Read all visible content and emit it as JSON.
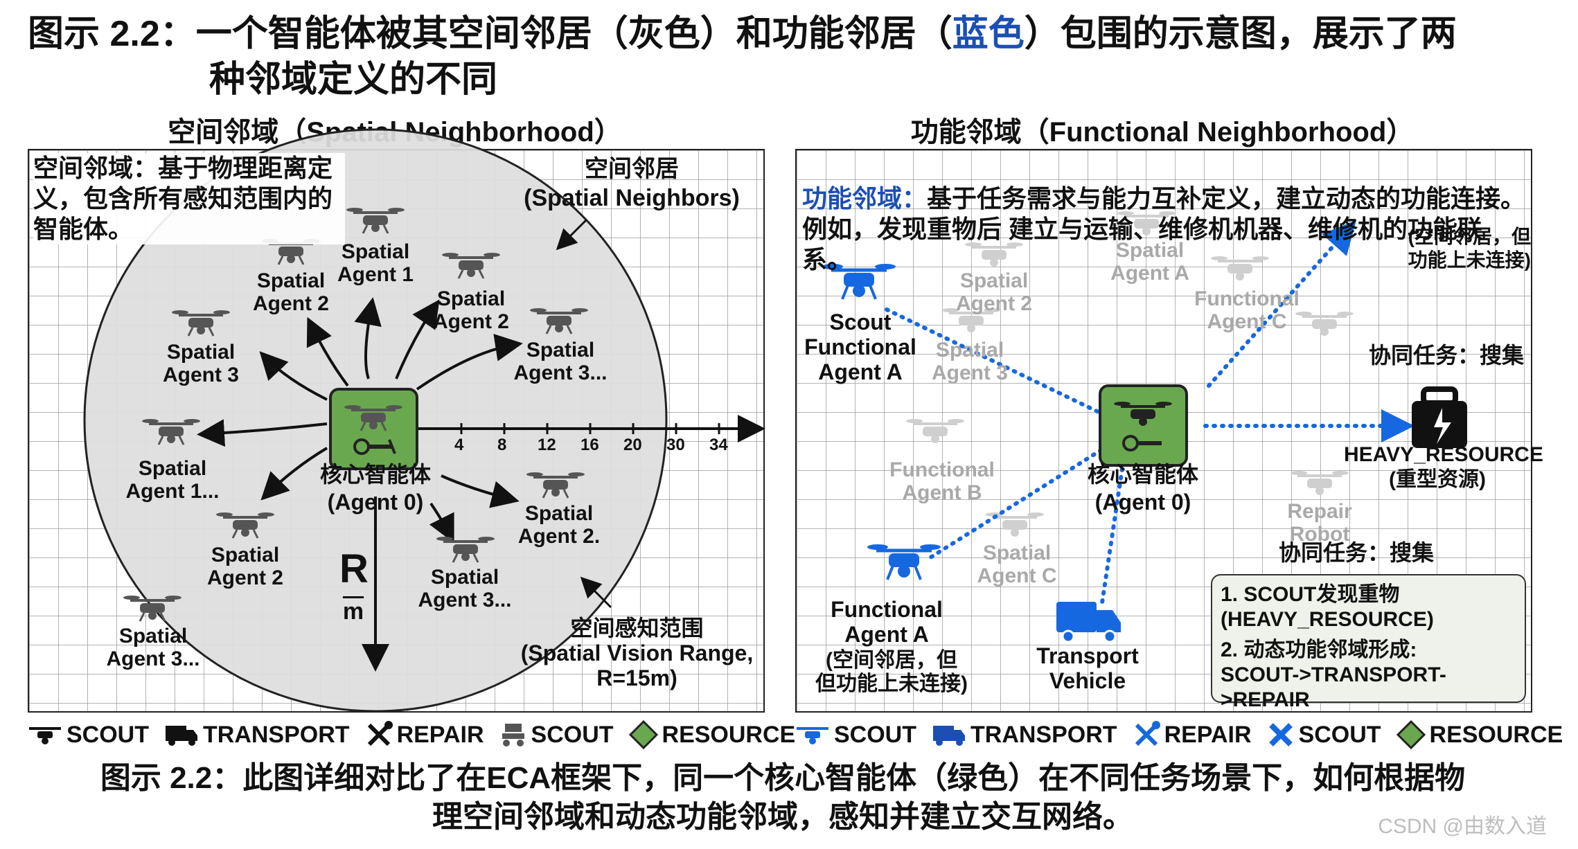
{
  "title": {
    "prefix": "图示 2.2：一个智能体被其空间邻居（灰色）和功能邻居（",
    "blue": "蓝色",
    "suffix": "）包围的示意图，展示了两",
    "line2": "种邻域定义的不同"
  },
  "left": {
    "heading": "空间邻域（Spatial Neighborhood）",
    "note": "空间邻域：基于物理距离定义，包含所有感知范围内的智能体。",
    "neighbors_label": "空间邻居\n(Spatial Neighbors)",
    "range_label": "空间感知范围\n(Spatial Vision Range,\nR=15m)",
    "core_label": "核心智能体\n(Agent 0)",
    "radius_letter": "R",
    "radius_unit": "m",
    "ticks": [
      "4",
      "8",
      "12",
      "16",
      "20",
      "30",
      "34"
    ],
    "agents": [
      "Spatial\nAgent 1",
      "Spatial\nAgent 2",
      "Spatial\nAgent 2",
      "Spatial\nAgent 3",
      "Spatial\nAgent 3...",
      "Spatial\nAgent 1...",
      "Spatial\nAgent 2",
      "Spatial\nAgent 3...",
      "Spatial\nAgent 2.",
      "Spatial\nAgent 3..."
    ]
  },
  "right": {
    "heading": "功能邻域（Functional Neighborhood）",
    "note_head": "功能邻域：",
    "note_body": "基于任务需求与能力互补定义，建立动态的功能连接。例如，发现重物后 建立与运输、维修机机器、维修机的功能联系。",
    "core_label": "核心智能体\n(Agent 0)",
    "scout": "Scout\nFunctional\nAgent A",
    "functional_a": "Functional\nAgent A",
    "functional_a_note": "(空间邻居，但\n但功能上未连接)",
    "transport": "Transport\nVehicle",
    "resource": "HEAVY_RESOURCE\n(重型资源)",
    "corner_note": "(空间邻居，但\n功能上未连接)",
    "task1": "协同任务：搜集",
    "task2": "协同任务：搜集",
    "gray_agents": [
      "Spatial\nAgent 2",
      "Spatial\nAgent A",
      "Functional\nAgent C",
      "Spatial\nAgent 3",
      "Functional\nAgent B",
      "Spatial\nAgent C",
      "Repair\nRobot"
    ],
    "steps": [
      "1. SCOUT发现重物\n  (HEAVY_RESOURCE)",
      "2. 动态功能邻域形成:\nSCOUT->TRANSPORT->REPAIR"
    ]
  },
  "legend_left": [
    "SCOUT",
    "TRANSPORT",
    "REPAIR",
    "SCOUT",
    "RESOURCE"
  ],
  "legend_right": [
    "SCOUT",
    "TRANSPORT",
    "REPAIR",
    "SCOUT",
    "RESOURCE"
  ],
  "caption": "图示 2.2：此图详细对比了在ECA框架下，同一个核心智能体（绿色）在不同任务场景下，如何根据物\n理空间邻域和动态功能邻域，感知并建立交互网络。",
  "watermark": "CSDN @由数入道",
  "colors": {
    "core_green": "#6aa84f",
    "functional_blue": "#1668e0",
    "neighbor_gray": "#9e9e9e",
    "circle_fill": "#dedede"
  }
}
